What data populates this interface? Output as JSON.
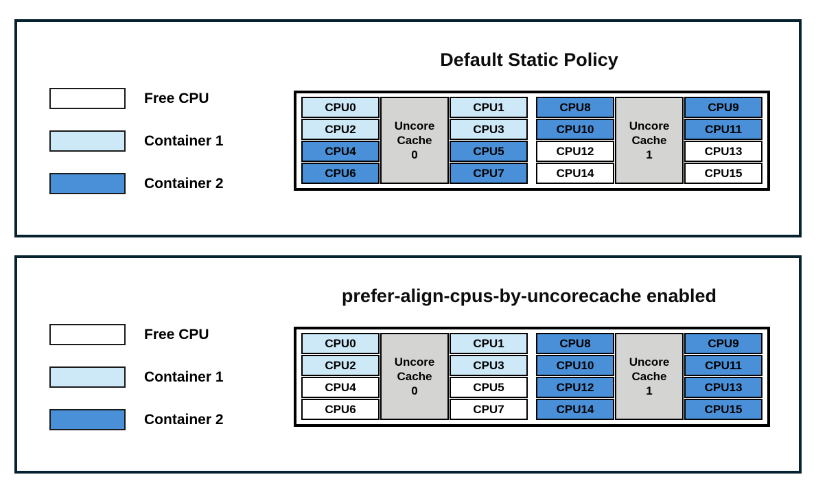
{
  "colors": {
    "free_cpu": "#ffffff",
    "container1": "#cde8f6",
    "container2": "#4a90d8",
    "uncore_cache_bg": "#d4d4d2",
    "panel_border": "#06222e",
    "cell_border": "#000000"
  },
  "legend": {
    "items": [
      {
        "label": "Free CPU",
        "type": "free"
      },
      {
        "label": "Container 1",
        "type": "container1"
      },
      {
        "label": "Container 2",
        "type": "container2"
      }
    ]
  },
  "panels": [
    {
      "title": "Default Static Policy",
      "blocks": [
        {
          "cache_lines": [
            "Uncore",
            "Cache",
            "0"
          ],
          "left_cpus": [
            {
              "label": "CPU0",
              "type": "container1"
            },
            {
              "label": "CPU2",
              "type": "container1"
            },
            {
              "label": "CPU4",
              "type": "container2"
            },
            {
              "label": "CPU6",
              "type": "container2"
            }
          ],
          "right_cpus": [
            {
              "label": "CPU1",
              "type": "container1"
            },
            {
              "label": "CPU3",
              "type": "container1"
            },
            {
              "label": "CPU5",
              "type": "container2"
            },
            {
              "label": "CPU7",
              "type": "container2"
            }
          ]
        },
        {
          "cache_lines": [
            "Uncore",
            "Cache",
            "1"
          ],
          "left_cpus": [
            {
              "label": "CPU8",
              "type": "container2"
            },
            {
              "label": "CPU10",
              "type": "container2"
            },
            {
              "label": "CPU12",
              "type": "free"
            },
            {
              "label": "CPU14",
              "type": "free"
            }
          ],
          "right_cpus": [
            {
              "label": "CPU9",
              "type": "container2"
            },
            {
              "label": "CPU11",
              "type": "container2"
            },
            {
              "label": "CPU13",
              "type": "free"
            },
            {
              "label": "CPU15",
              "type": "free"
            }
          ]
        }
      ]
    },
    {
      "title": "prefer-align-cpus-by-uncorecache enabled",
      "blocks": [
        {
          "cache_lines": [
            "Uncore",
            "Cache",
            "0"
          ],
          "left_cpus": [
            {
              "label": "CPU0",
              "type": "container1"
            },
            {
              "label": "CPU2",
              "type": "container1"
            },
            {
              "label": "CPU4",
              "type": "free"
            },
            {
              "label": "CPU6",
              "type": "free"
            }
          ],
          "right_cpus": [
            {
              "label": "CPU1",
              "type": "container1"
            },
            {
              "label": "CPU3",
              "type": "container1"
            },
            {
              "label": "CPU5",
              "type": "free"
            },
            {
              "label": "CPU7",
              "type": "free"
            }
          ]
        },
        {
          "cache_lines": [
            "Uncore",
            "Cache",
            "1"
          ],
          "left_cpus": [
            {
              "label": "CPU8",
              "type": "container2"
            },
            {
              "label": "CPU10",
              "type": "container2"
            },
            {
              "label": "CPU12",
              "type": "container2"
            },
            {
              "label": "CPU14",
              "type": "container2"
            }
          ],
          "right_cpus": [
            {
              "label": "CPU9",
              "type": "container2"
            },
            {
              "label": "CPU11",
              "type": "container2"
            },
            {
              "label": "CPU13",
              "type": "container2"
            },
            {
              "label": "CPU15",
              "type": "container2"
            }
          ]
        }
      ]
    }
  ]
}
